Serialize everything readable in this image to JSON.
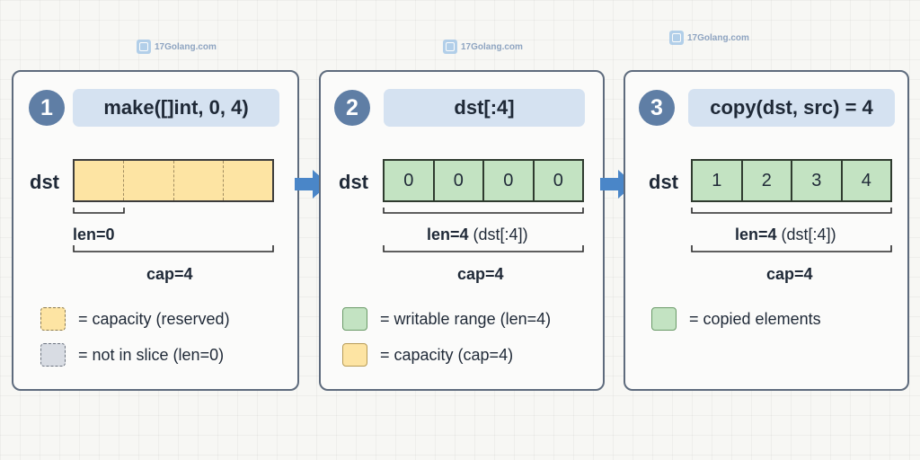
{
  "watermark": {
    "text": "17Golang.com"
  },
  "panels": [
    {
      "step": "1",
      "code": "make([]int, 0, 4)",
      "var_label": "dst",
      "cells": [
        "",
        "",
        "",
        ""
      ],
      "len_label": "len=0",
      "len_note": "",
      "cap_label": "cap=4",
      "legend": [
        {
          "text": "= capacity (reserved)",
          "swatch": "yellow-dashed"
        },
        {
          "text": "= not in slice (len=0)",
          "swatch": "gray-dashed"
        }
      ]
    },
    {
      "step": "2",
      "code": "dst[:4]",
      "var_label": "dst",
      "cells": [
        "0",
        "0",
        "0",
        "0"
      ],
      "len_label": "len=4",
      "len_note": "(dst[:4])",
      "cap_label": "cap=4",
      "legend": [
        {
          "text": "= writable range (len=4)",
          "swatch": "green"
        },
        {
          "text": "= capacity (cap=4)",
          "swatch": "yellow"
        }
      ]
    },
    {
      "step": "3",
      "code": "copy(dst, src) = 4",
      "var_label": "dst",
      "cells": [
        "1",
        "2",
        "3",
        "4"
      ],
      "len_label": "len=4",
      "len_note": "(dst[:4])",
      "cap_label": "cap=4",
      "legend": [
        {
          "text": "= copied elements",
          "swatch": "green"
        }
      ]
    }
  ],
  "colors": {
    "capacity": "#fde4a3",
    "writable": "#c3e3c2",
    "not_in_slice": "#d8dce3",
    "step_circle": "#5f7ea5",
    "code_box": "#d5e2f1",
    "arrow": "#4a86c8"
  }
}
